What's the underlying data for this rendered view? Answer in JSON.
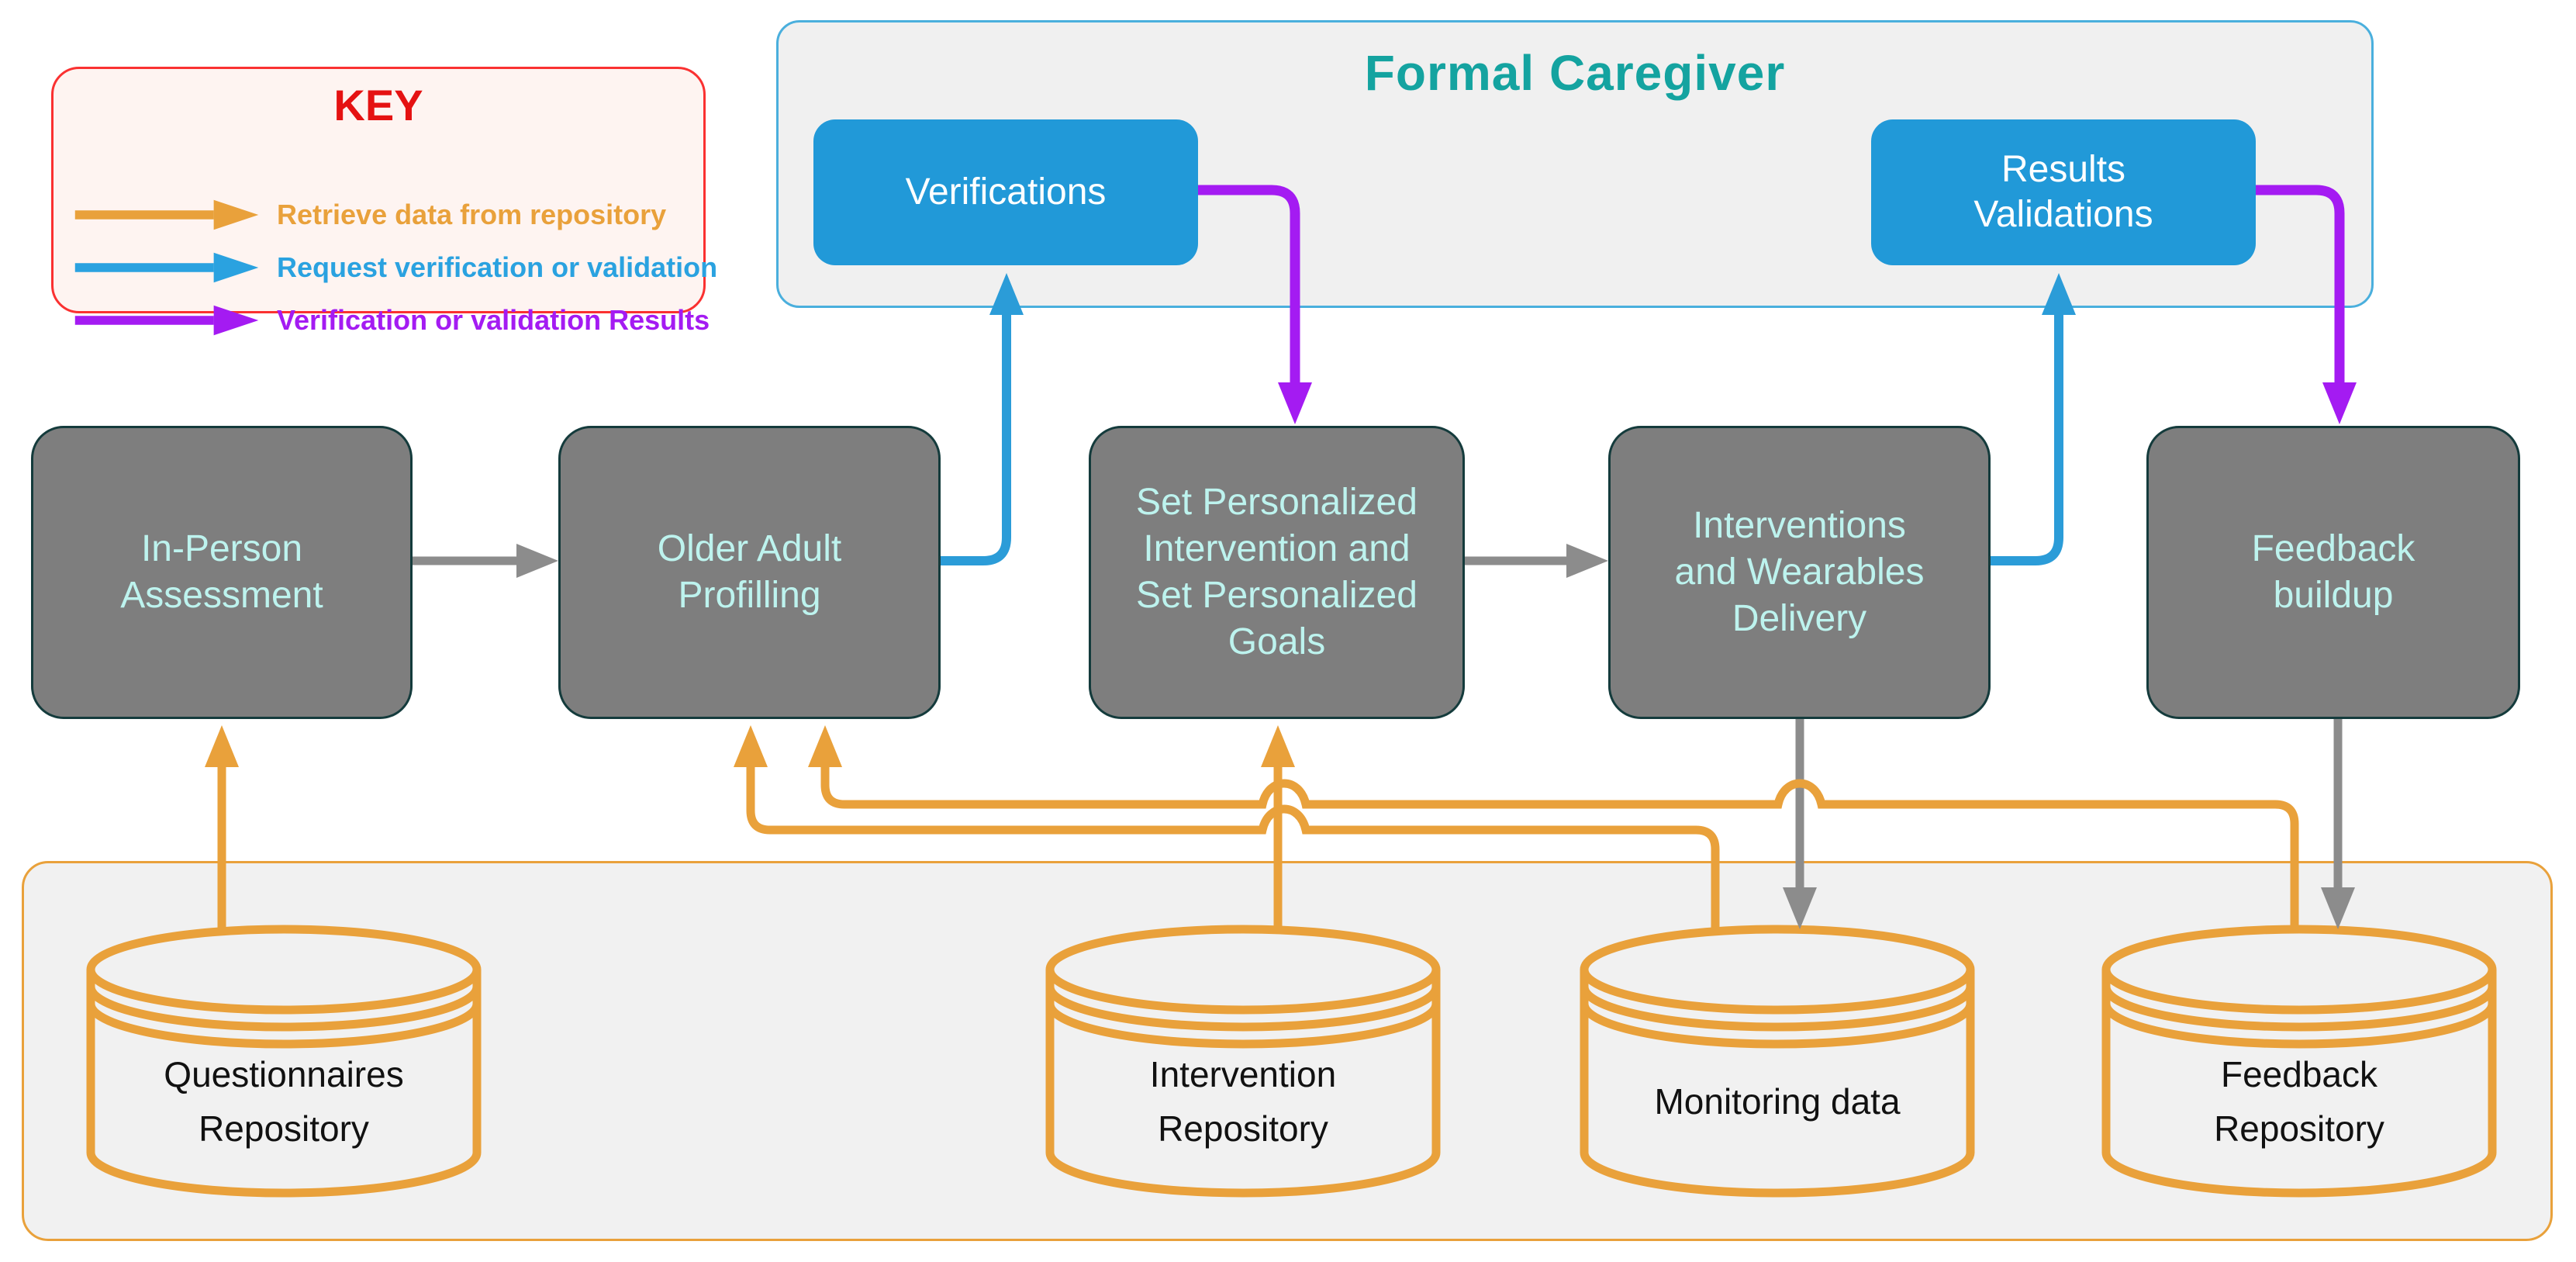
{
  "key_legend": {
    "title": "KEY",
    "items": [
      {
        "name": "retrieve-data",
        "label": "Retrieve data from repository",
        "color": "#E9A13B"
      },
      {
        "name": "request-verification",
        "label": "Request verification or validation",
        "color": "#2B9CD8"
      },
      {
        "name": "verification-results",
        "label": "Verification or validation Results",
        "color": "#A41BF2"
      }
    ]
  },
  "formal_caregiver": {
    "title": "Formal Caregiver",
    "boxes": [
      {
        "label": "Verifications",
        "lines": [
          "Verifications"
        ]
      },
      {
        "label": "Results Validations",
        "lines": [
          "Results",
          "Validations"
        ]
      }
    ]
  },
  "process_boxes": [
    {
      "label": "In-Person Assessment",
      "lines": [
        "In-Person",
        "Assessment"
      ]
    },
    {
      "label": "Older Adult Profilling",
      "lines": [
        "Older Adult",
        "Profilling"
      ]
    },
    {
      "label": "Set Personalized Intervention and Set Personalized Goals",
      "lines": [
        "Set Personalized",
        "Intervention and",
        "Set Personalized",
        "Goals"
      ]
    },
    {
      "label": "Interventions and Wearables Delivery",
      "lines": [
        "Interventions",
        "and Wearables",
        "Delivery"
      ]
    },
    {
      "label": "Feedback buildup",
      "lines": [
        "Feedback",
        "buildup"
      ]
    }
  ],
  "repositories": [
    {
      "label": "Questionnaires Repository",
      "lines": [
        "Questionnaires",
        "Repository"
      ]
    },
    {
      "label": "Intervention Repository",
      "lines": [
        "Intervention",
        "Repository"
      ]
    },
    {
      "label": "Monitoring data",
      "lines": [
        "Monitoring data"
      ]
    },
    {
      "label": "Feedback Repository",
      "lines": [
        "Feedback",
        "Repository"
      ]
    }
  ],
  "edges": [
    {
      "from": "Questionnaires Repository",
      "to": "In-Person Assessment",
      "type": "retrieve-data"
    },
    {
      "from": "Intervention Repository",
      "to": "Set Personalized Intervention and Set Personalized Goals",
      "type": "retrieve-data"
    },
    {
      "from": "Monitoring data",
      "to": "Older Adult Profilling",
      "type": "retrieve-data"
    },
    {
      "from": "Feedback Repository",
      "to": "Older Adult Profilling",
      "type": "retrieve-data"
    },
    {
      "from": "In-Person Assessment",
      "to": "Older Adult Profilling",
      "type": "flow"
    },
    {
      "from": "Set Personalized Intervention and Set Personalized Goals",
      "to": "Interventions and Wearables Delivery",
      "type": "flow"
    },
    {
      "from": "Interventions and Wearables Delivery",
      "to": "Monitoring data",
      "type": "flow"
    },
    {
      "from": "Feedback buildup",
      "to": "Feedback Repository",
      "type": "flow"
    },
    {
      "from": "Older Adult Profilling",
      "to": "Verifications",
      "type": "request-verification"
    },
    {
      "from": "Interventions and Wearables Delivery",
      "to": "Results Validations",
      "type": "request-verification"
    },
    {
      "from": "Verifications",
      "to": "Set Personalized Intervention and Set Personalized Goals",
      "type": "verification-results"
    },
    {
      "from": "Results Validations",
      "to": "Feedback buildup",
      "type": "verification-results"
    }
  ],
  "colors": {
    "retrieve_orange": "#E9A13B",
    "request_blue": "#2B9CD8",
    "results_purple": "#A41BF2",
    "flow_gray": "#8C8C8C",
    "process_box_fill": "#7E7E7E",
    "process_box_text": "#BDF3EE",
    "caregiver_box_fill": "#2199D8",
    "caregiver_title_teal": "#14A3A0",
    "key_red": "#E51212",
    "container_fill": "#F1F1F1"
  }
}
